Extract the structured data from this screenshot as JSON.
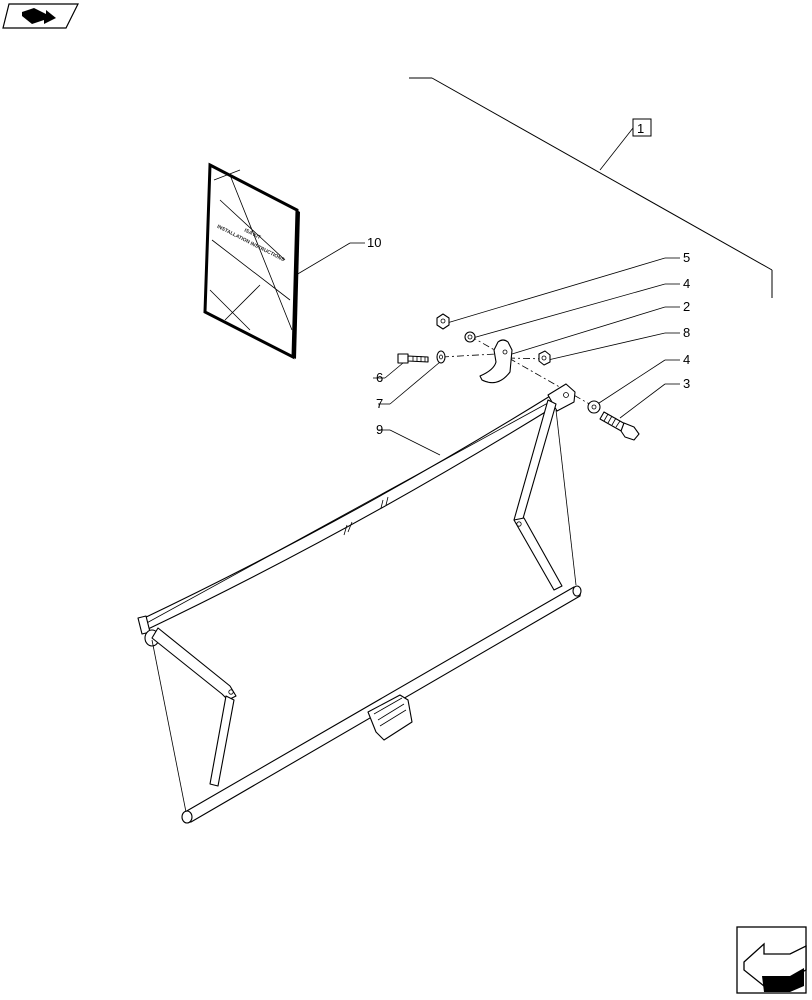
{
  "booklet": {
    "line1": "ISA KIT",
    "line2": "INSTALLATION INSTRUCTIONS"
  },
  "callouts": {
    "c1": "1",
    "c2": "2",
    "c3": "3",
    "c4a": "4",
    "c4b": "4",
    "c5": "5",
    "c6": "6",
    "c7": "7",
    "c8": "8",
    "c9": "9",
    "c10": "10"
  },
  "icons": {
    "top_left": "prev-page-arrow-icon",
    "bottom_right": "next-page-arrow-icon"
  }
}
